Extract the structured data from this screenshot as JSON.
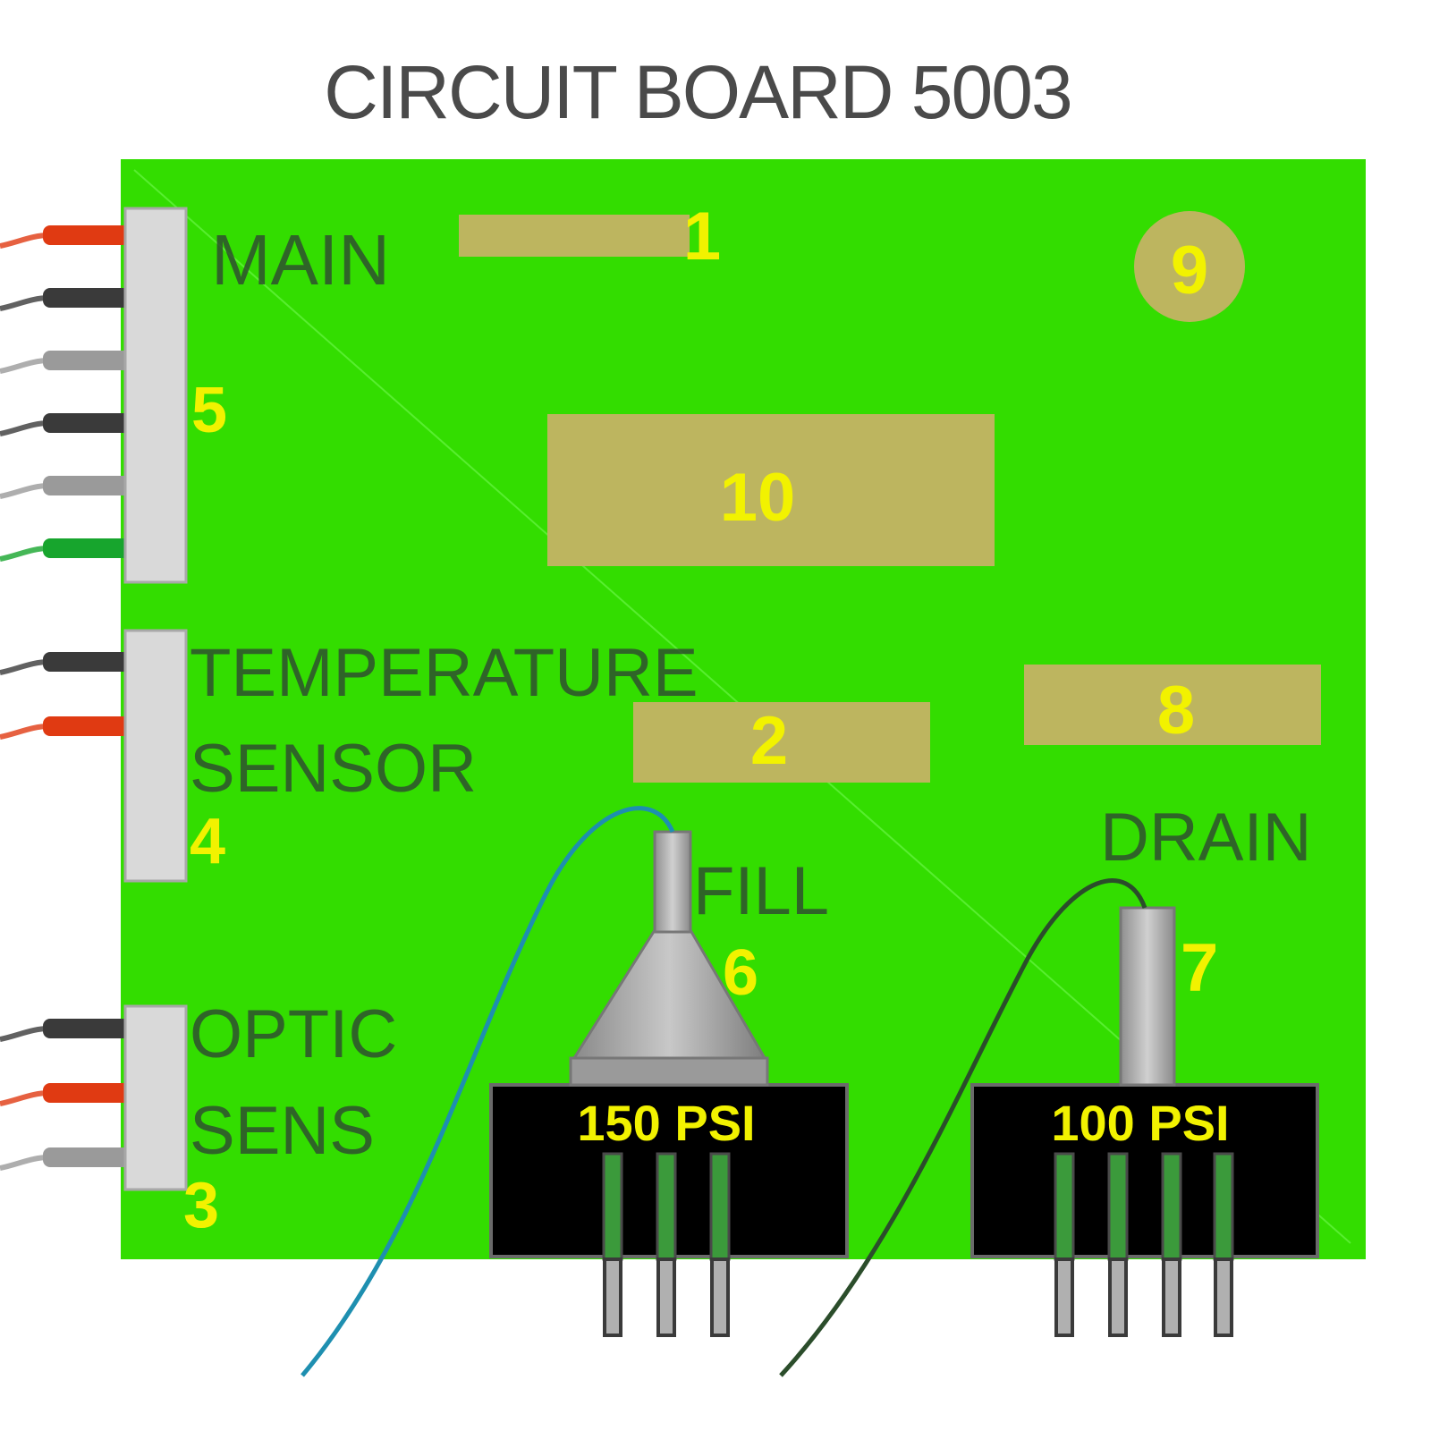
{
  "title": "CIRCUIT BOARD 5003",
  "colors": {
    "board": "#33dd00",
    "pad": "#bdb55f",
    "connector": "#d9d9d9",
    "gauge": "#8c8c8c",
    "label_yellow": "#f2f200",
    "label_dark": "#2f4f2f",
    "wire_red": "#e03a12",
    "wire_dark": "#3a3a3a",
    "wire_gray": "#9a9a9a",
    "wire_green": "#17a52d",
    "tube_blue": "#1e8fb0",
    "tube_dark": "#2b4d2b"
  },
  "connectors": {
    "main": {
      "label": "MAIN",
      "number": "5",
      "wires": [
        "red",
        "dark",
        "gray",
        "dark",
        "gray",
        "green"
      ]
    },
    "temperature": {
      "label_line1": "TEMPERATURE",
      "label_line2": "SENSOR",
      "number": "4",
      "wires": [
        "dark",
        "red"
      ]
    },
    "optic": {
      "label_line1": "OPTIC",
      "label_line2": "SENS",
      "number": "3",
      "wires": [
        "dark",
        "red",
        "gray"
      ]
    }
  },
  "components": {
    "pad1": {
      "number": "1"
    },
    "pad2": {
      "number": "2"
    },
    "pad8": {
      "number": "8"
    },
    "pad10": {
      "number": "10"
    },
    "mount9": {
      "number": "9"
    }
  },
  "sensors": {
    "fill": {
      "label": "FILL",
      "number": "6",
      "rating": "150 PSI",
      "pins": 3
    },
    "drain": {
      "label": "DRAIN",
      "number": "7",
      "rating": "100 PSI",
      "pins": 4
    }
  }
}
